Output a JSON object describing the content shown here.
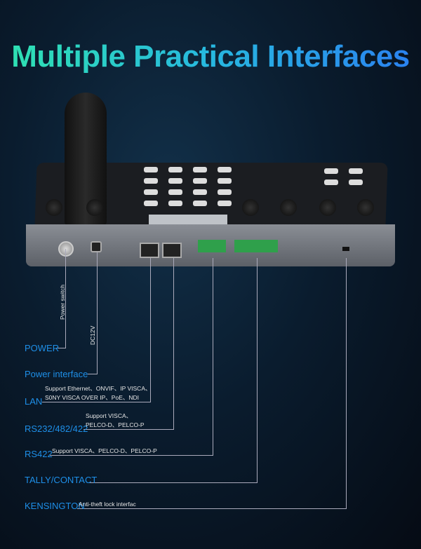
{
  "title": "Multiple Practical Interfaces",
  "accent_color": "#1e8fe8",
  "callouts": {
    "power": {
      "label": "POWER",
      "note": "Power switch"
    },
    "power_interface": {
      "label": "Power interface",
      "note": "DC12V"
    },
    "lan": {
      "label": "LAN",
      "line1": "Support Ethernet、ONVIF、IP VISCA、",
      "line2": "S0NY VISCA OVER IP、PoE、NDI"
    },
    "rs232": {
      "label": "RS232/482/422",
      "line1": "Support VISCA、",
      "line2": "PELCO-D、PELCO-P"
    },
    "rs422": {
      "label": "RS422",
      "note": "Support VISCA、PELCO-D、PELCO-P"
    },
    "tally": {
      "label": "TALLY/CONTACT"
    },
    "kensington": {
      "label": "KENSINGTON",
      "note": "Anti-theft lock interfac"
    }
  }
}
